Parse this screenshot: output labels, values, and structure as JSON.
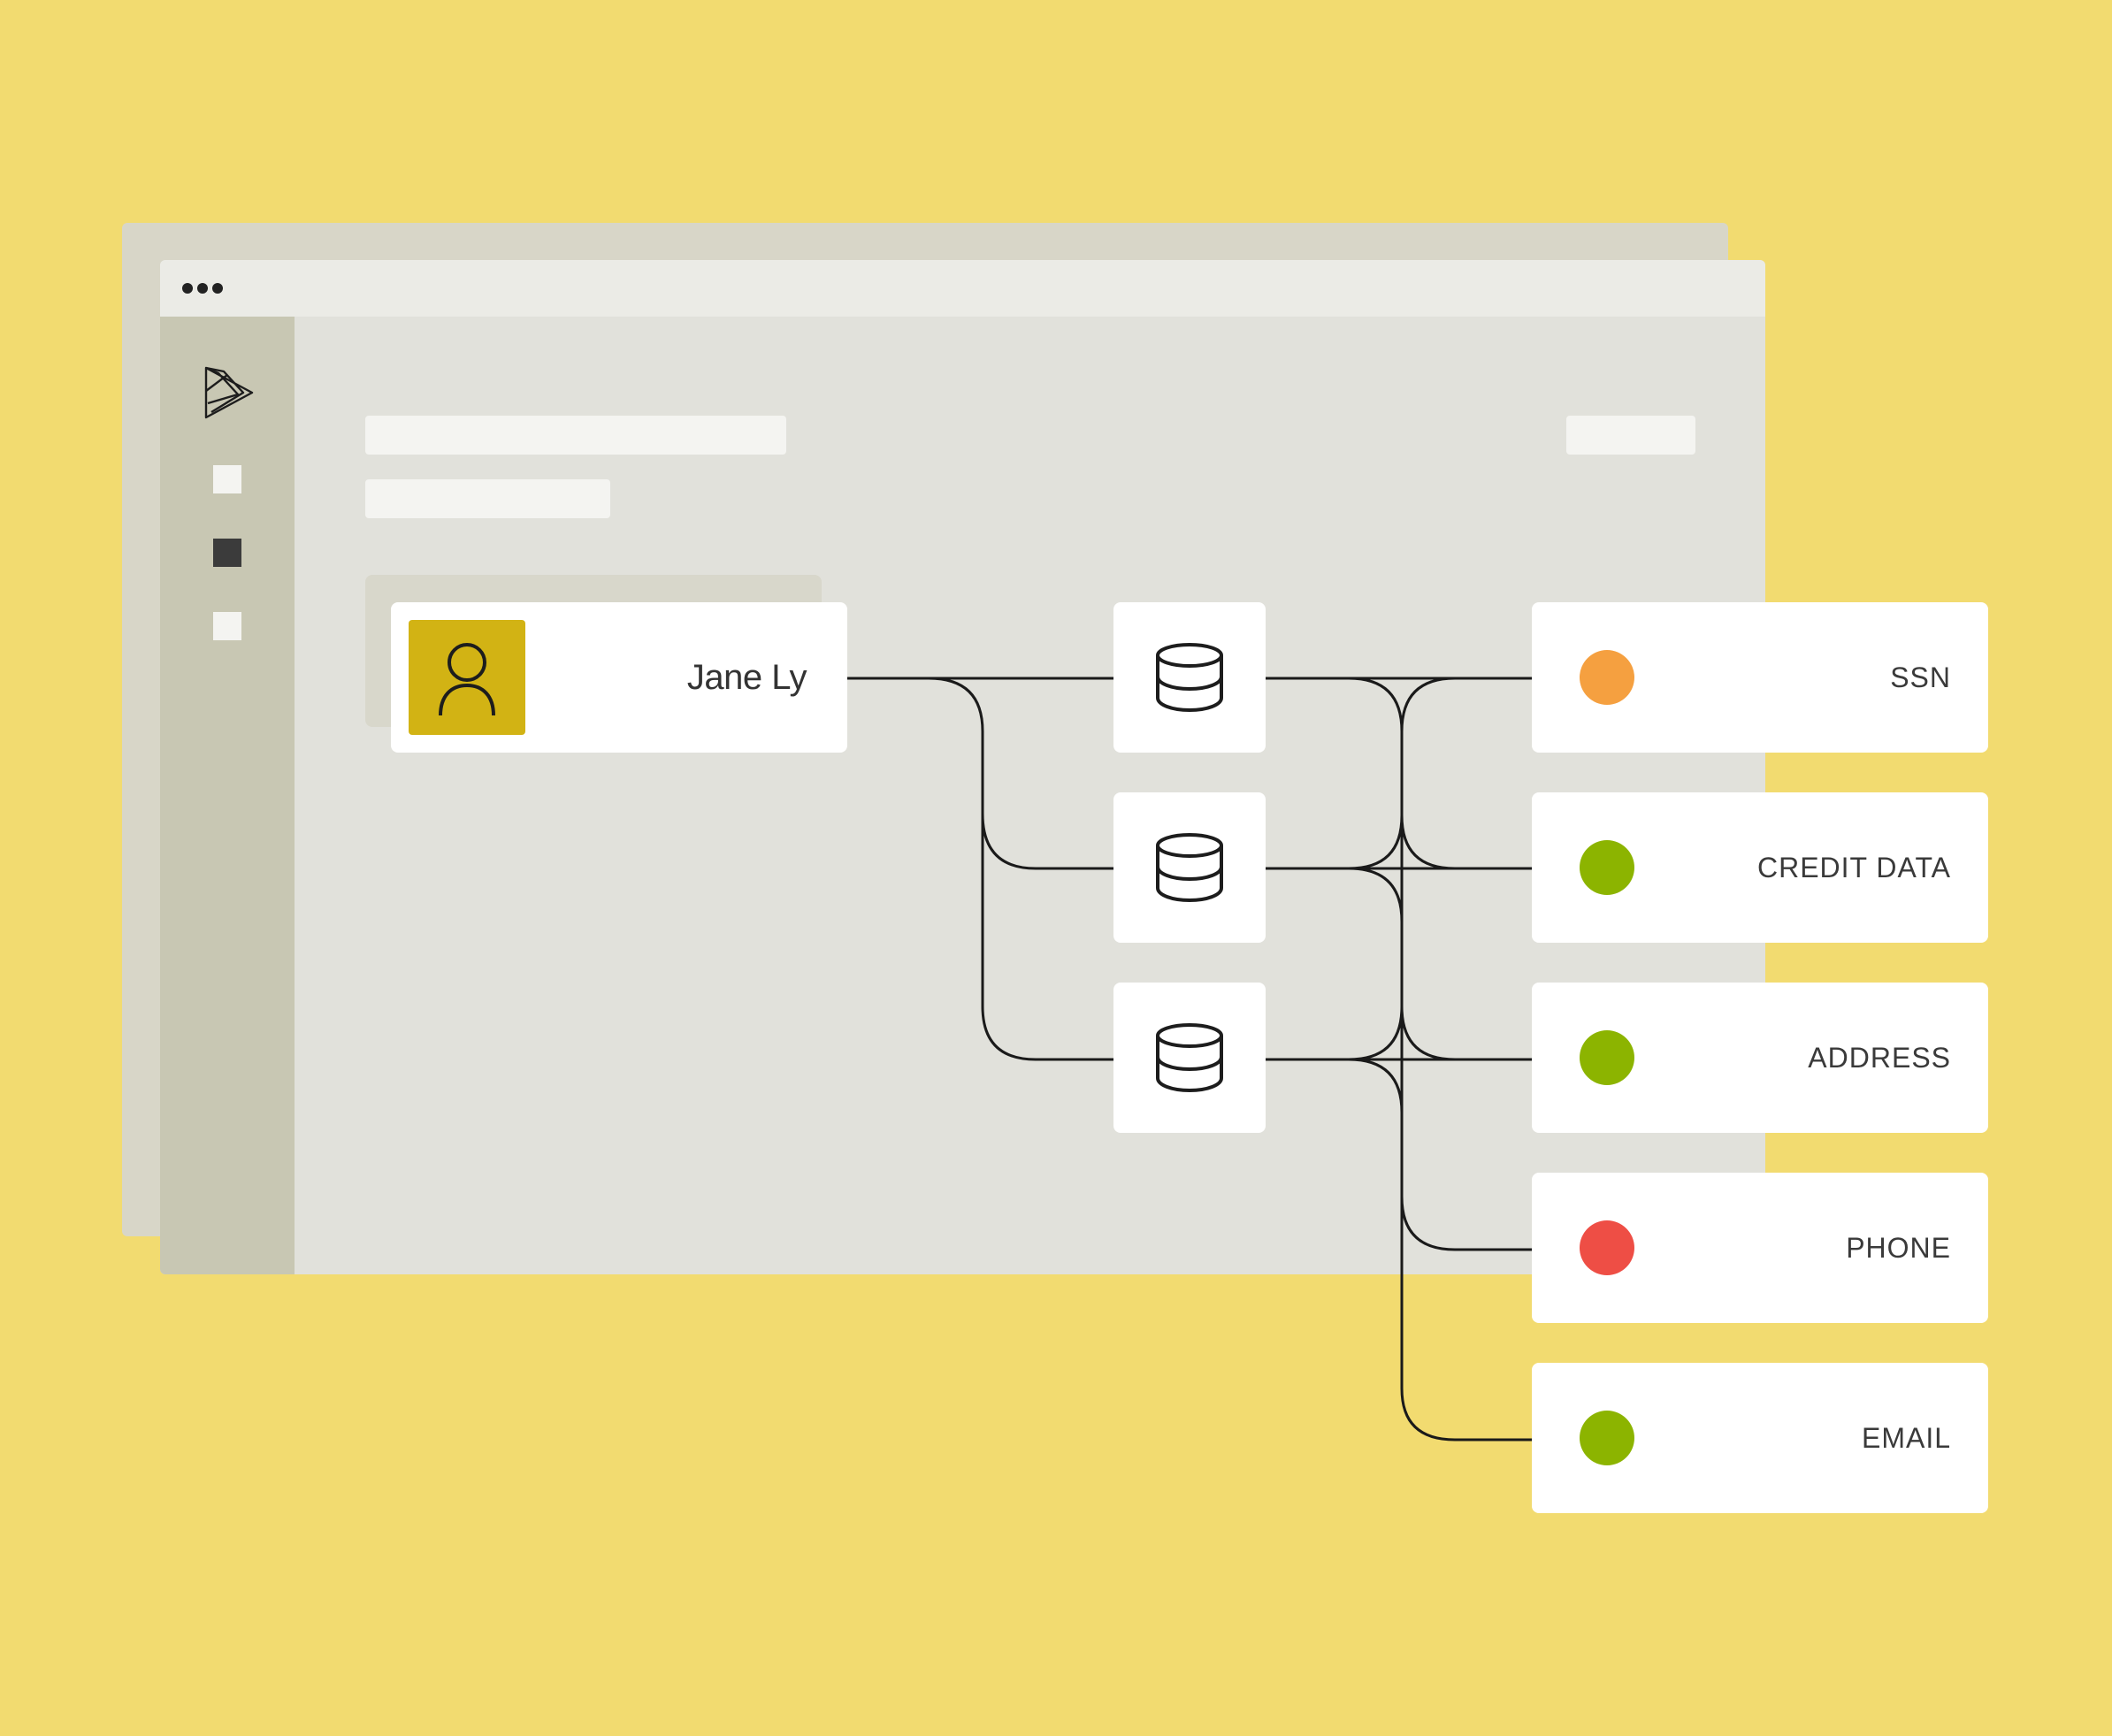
{
  "colors": {
    "background": "#f2db70",
    "sidebar": "#c8c7b3",
    "avatar_tile": "#d2b314",
    "status_orange": "#f5a040",
    "status_green": "#8cb400",
    "status_red": "#ee4e45"
  },
  "window": {
    "titlebar_icon": "more-horizontal-icon",
    "logo_icon": "layered-triangle-logo"
  },
  "person": {
    "name": "Jane Ly",
    "icon": "user-icon"
  },
  "databases": [
    {
      "icon": "database-icon"
    },
    {
      "icon": "database-icon"
    },
    {
      "icon": "database-icon"
    }
  ],
  "data_types": [
    {
      "label": "SSN",
      "status_color": "#f5a040"
    },
    {
      "label": "CREDIT DATA",
      "status_color": "#8cb400"
    },
    {
      "label": "ADDRESS",
      "status_color": "#8cb400"
    },
    {
      "label": "PHONE",
      "status_color": "#ee4e45"
    },
    {
      "label": "EMAIL",
      "status_color": "#8cb400"
    }
  ]
}
